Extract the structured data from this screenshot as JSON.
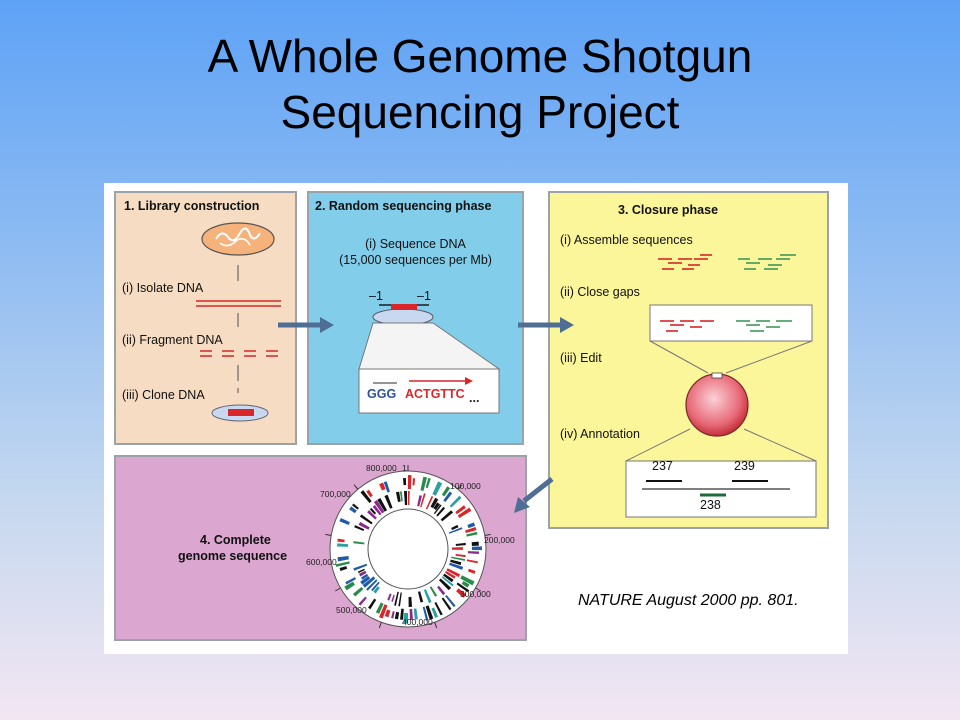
{
  "title": {
    "line1": "A Whole Genome Shotgun",
    "line2": "Sequencing Project"
  },
  "panel1": {
    "title": "1. Library construction",
    "step1": "(i) Isolate DNA",
    "step2": "(ii) Fragment DNA",
    "step3": "(iii) Clone DNA"
  },
  "panel2": {
    "title": "2. Random sequencing phase",
    "step1_line1": "(i) Sequence DNA",
    "step1_line2": "(15,000 sequences per Mb)",
    "primer_left": "–1",
    "primer_right": "–1",
    "seq_a": "GGG",
    "seq_b": "ACTGTTC",
    "seq_c": "..."
  },
  "panel3": {
    "title": "3. Closure phase",
    "step1": "(i) Assemble sequences",
    "step2": "(ii) Close gaps",
    "step3": "(iii) Edit",
    "step4": "(iv) Annotation",
    "gene1": "237",
    "gene2": "239",
    "gene3": "238"
  },
  "panel4": {
    "title_line1": "4. Complete",
    "title_line2": "genome sequence",
    "ticks": [
      "800,000",
      "1",
      "100,000",
      "200,000",
      "300,000",
      "400,000",
      "500,000",
      "600,000",
      "700,000"
    ]
  },
  "citation": "NATURE August 2000 pp. 801.",
  "colors": {
    "red": "#d8262a",
    "green": "#3f9a5a",
    "arrow": "#4e6e94"
  }
}
